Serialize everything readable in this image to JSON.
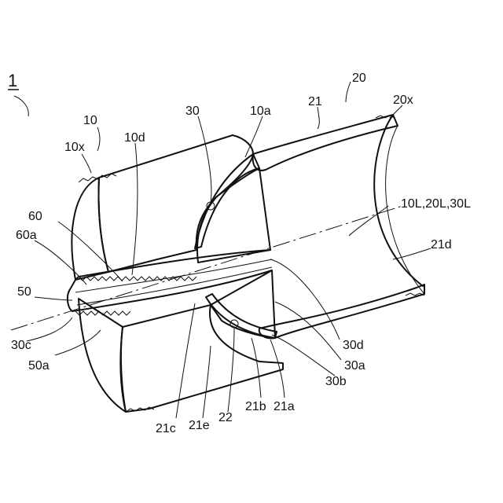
{
  "figure": {
    "assembly_label": "1",
    "axis_label": "10L,20L,30L",
    "labels": {
      "l20": "20",
      "l20x": "20x",
      "l21": "21",
      "l10a": "10a",
      "l30": "30",
      "l10": "10",
      "l10x": "10x",
      "l10d": "10d",
      "l60": "60",
      "l60a": "60a",
      "l21d": "21d",
      "l50": "50",
      "l30c": "30c",
      "l50a": "50a",
      "l30d": "30d",
      "l30a": "30a",
      "l30b": "30b",
      "l21c": "21c",
      "l21e": "21e",
      "l22": "22",
      "l21b": "21b",
      "l21a": "21a"
    }
  }
}
